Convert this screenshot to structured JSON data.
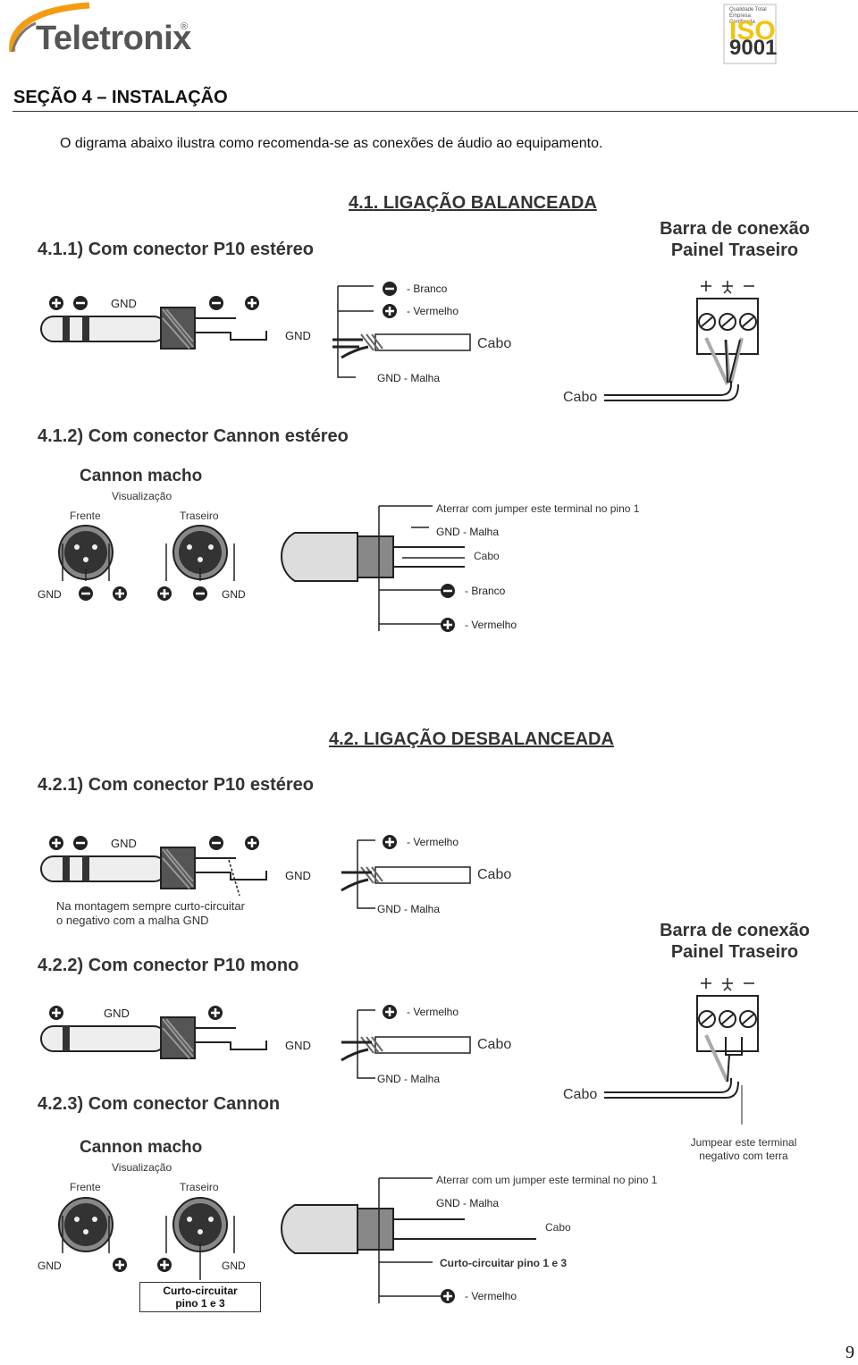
{
  "header": {
    "logo_text": "Teletronix",
    "logo_reg": "®",
    "iso_quality": "Qualidade Total Empresa Certificada",
    "iso_mark": "ISO",
    "iso_num": "9001"
  },
  "section": {
    "title": "SEÇÃO 4 – INSTALAÇÃO",
    "intro": "O digrama abaixo ilustra como recomenda-se as conexões de áudio ao equipamento."
  },
  "balanced": {
    "heading": "4.1. LIGAÇÃO BALANCEADA",
    "sub1": "4.1.1) Com  conector P10 estéreo",
    "bar_title_1": "Barra de conexão",
    "bar_title_2": "Painel Traseiro",
    "gnd": "GND",
    "branco": "- Branco",
    "vermelho": "- Vermelho",
    "gnd_malha": "GND - Malha",
    "cabo": "Cabo",
    "sub2": "4.1.2) Com  conector Cannon estéreo",
    "cannon_macho": "Cannon macho",
    "visualizacao": "Visualização",
    "frente": "Frente",
    "traseiro": "Traseiro",
    "aterrar": "Aterrar com jumper este terminal no pino 1",
    "gnd_malha_b": "GND - Malha",
    "cabo_small": "Cabo",
    "branco_b": "- Branco",
    "vermelho_b": "- Vermelho"
  },
  "unbalanced": {
    "heading": "4.2. LIGAÇÃO DESBALANCEADA",
    "sub1": "4.2.1) Com conector P10 estéreo",
    "vermelho": "- Vermelho",
    "gnd_malha": "GND - Malha",
    "cabo": "Cabo",
    "note_1": "Na montagem sempre curto-circuitar",
    "note_2": "o negativo com a malha GND",
    "bar_title_1": "Barra de conexão",
    "bar_title_2": "Painel Traseiro",
    "sub2": "4.2.2) Com conector P10 mono",
    "sub3": "4.2.3) Com conector Cannon",
    "cannon_macho": "Cannon macho",
    "visualizacao": "Visualização",
    "frente": "Frente",
    "traseiro": "Traseiro",
    "jumpear_1": "Jumpear este terminal",
    "jumpear_2": "negativo com terra",
    "aterrar": "Aterrar com um jumper este terminal no pino 1",
    "gnd_malha_b": "GND - Malha",
    "cabo_small": "Cabo",
    "curto": "Curto-circuitar pino 1 e 3",
    "vermelho_b": "- Vermelho",
    "box_1": "Curto-circuitar",
    "box_2": "pino 1 e 3",
    "gnd": "GND"
  },
  "footer": {
    "page_number": "9"
  },
  "colors": {
    "text_dark": "#333333",
    "logo_gray": "#555555",
    "logo_accent": "#f39c12",
    "iso_yellow": "#f1c40f",
    "metal_gray": "#9a9a9a"
  },
  "icons": [
    "plus-circle-icon",
    "minus-circle-icon",
    "p10-plug-icon",
    "xlr-connector-icon",
    "terminal-block-icon"
  ]
}
